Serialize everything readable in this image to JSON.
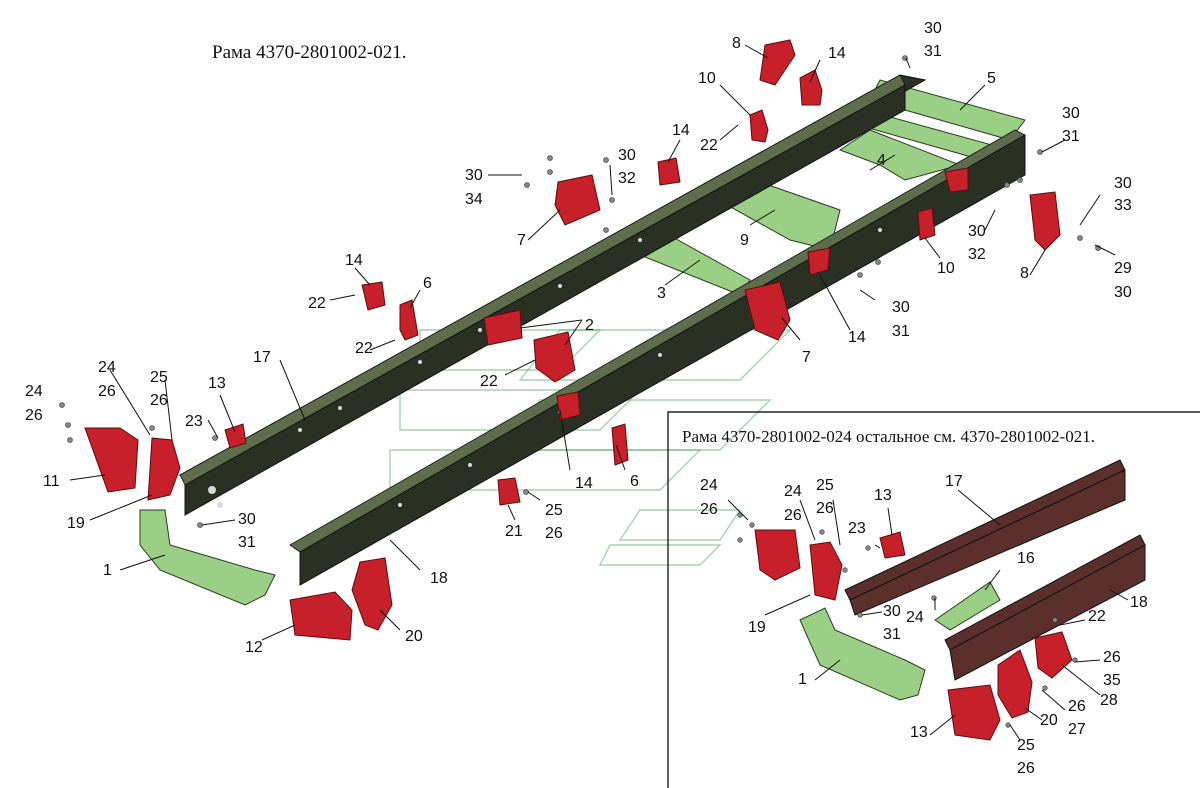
{
  "main_title": "Рама 4370-2801002-021.",
  "inset_title": "Рама 4370-2801002-024 остальное см. 4370-2801002-021.",
  "colors": {
    "frame_rail": "#2b3024",
    "crossmember": "#9ccf86",
    "bracket": "#c8202a",
    "inset_rail": "#5a2f2c",
    "watermark": "#5fae6a"
  },
  "labels": {
    "l1": "1",
    "l2": "2",
    "l3": "3",
    "l4": "4",
    "l5": "5",
    "l6a": "6",
    "l6b": "6",
    "l7a": "7",
    "l7b": "7",
    "l8a": "8",
    "l8b": "8",
    "l9": "9",
    "l10a": "10",
    "l10b": "10",
    "l11": "11",
    "l12": "12",
    "l13": "13",
    "l14a": "14",
    "l14b": "14",
    "l14c": "14",
    "l14d": "14",
    "l14e": "14",
    "l17": "17",
    "l18": "18",
    "l19": "19",
    "l20": "20",
    "l21": "21",
    "l22a": "22",
    "l22b": "22",
    "l22c": "22",
    "l22d": "22",
    "l23": "23",
    "l24a": "24",
    "l26a": "26",
    "l24b": "24",
    "l26b": "26",
    "l25a": "25",
    "l26c": "26",
    "l25b": "25",
    "l26d": "26",
    "l29": "29",
    "l30a": "30",
    "l31a": "31",
    "l30b": "30",
    "l31b": "31",
    "l30c": "30",
    "l32a": "32",
    "l30d": "30",
    "l34": "34",
    "l30e": "30",
    "l31c": "31",
    "l30f": "30",
    "l33": "33",
    "l30g": "30",
    "l32b": "32",
    "l30h": "30",
    "l31d": "31",
    "l30i": "30",
    "i1": "1",
    "i13a": "13",
    "i13b": "13",
    "i16": "16",
    "i17": "17",
    "i18": "18",
    "i19": "19",
    "i20": "20",
    "i22": "22",
    "i23": "23",
    "i24a": "24",
    "i26a": "26",
    "i24b": "24",
    "i26b": "26",
    "i24c": "24",
    "i25a": "25",
    "i26c": "26",
    "i30": "30",
    "i31": "31",
    "i26d": "26",
    "i35": "35",
    "i28": "28",
    "i26e": "26",
    "i27": "27",
    "i25b": "25",
    "i26f": "26"
  }
}
